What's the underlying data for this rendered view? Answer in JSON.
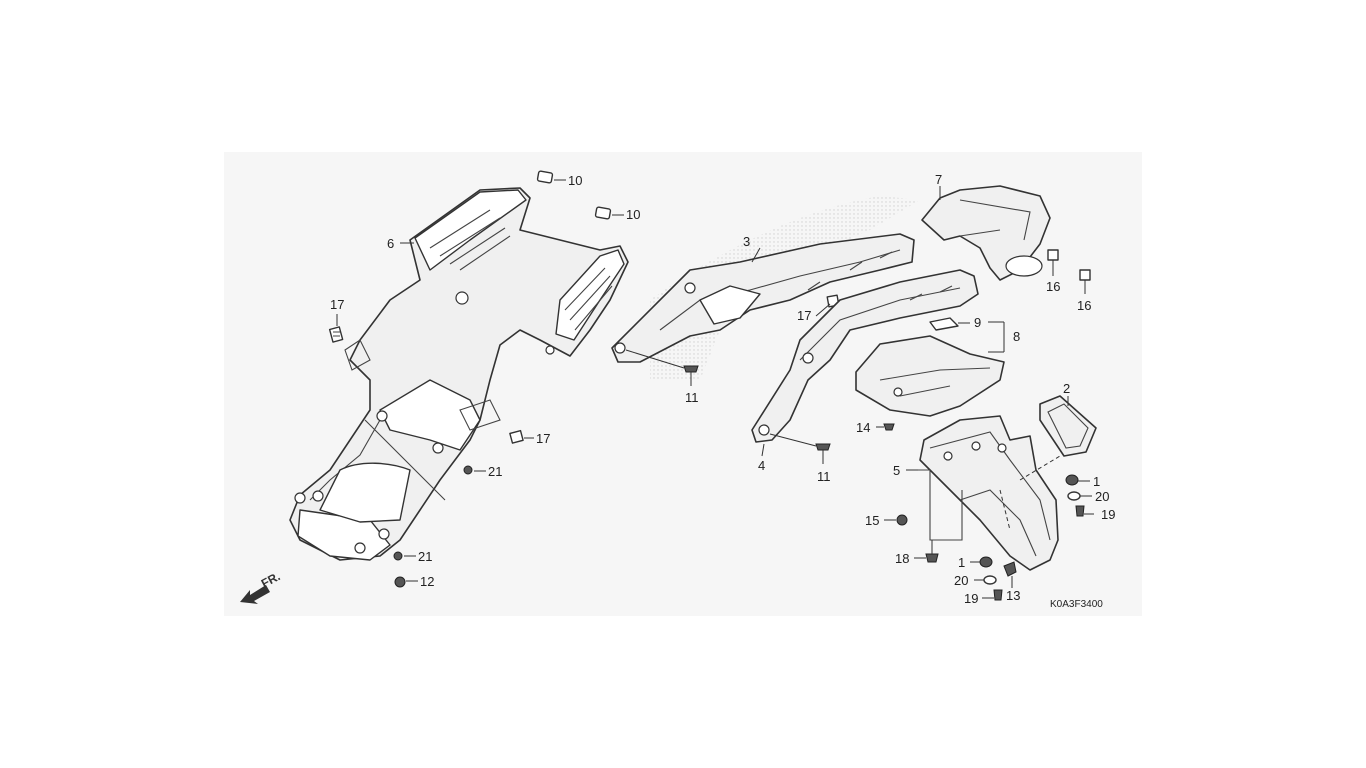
{
  "diagram": {
    "callouts": {
      "c1a": "1",
      "c1b": "1",
      "c2": "2",
      "c3": "3",
      "c4": "4",
      "c5": "5",
      "c6": "6",
      "c7": "7",
      "c8": "8",
      "c9": "9",
      "c10a": "10",
      "c10b": "10",
      "c11a": "11",
      "c11b": "11",
      "c12": "12",
      "c13": "13",
      "c14": "14",
      "c15": "15",
      "c16a": "16",
      "c16b": "16",
      "c17a": "17",
      "c17b": "17",
      "c17c": "17",
      "c18": "18",
      "c19a": "19",
      "c19b": "19",
      "c20a": "20",
      "c20b": "20",
      "c21a": "21",
      "c21b": "21"
    },
    "direction_label": "FR.",
    "diagram_code": "K0A3F3400",
    "colors": {
      "line": "#333333",
      "fill": "#f0f0f0",
      "panel": "#f6f6f6",
      "watermark": "#dddddd"
    }
  }
}
